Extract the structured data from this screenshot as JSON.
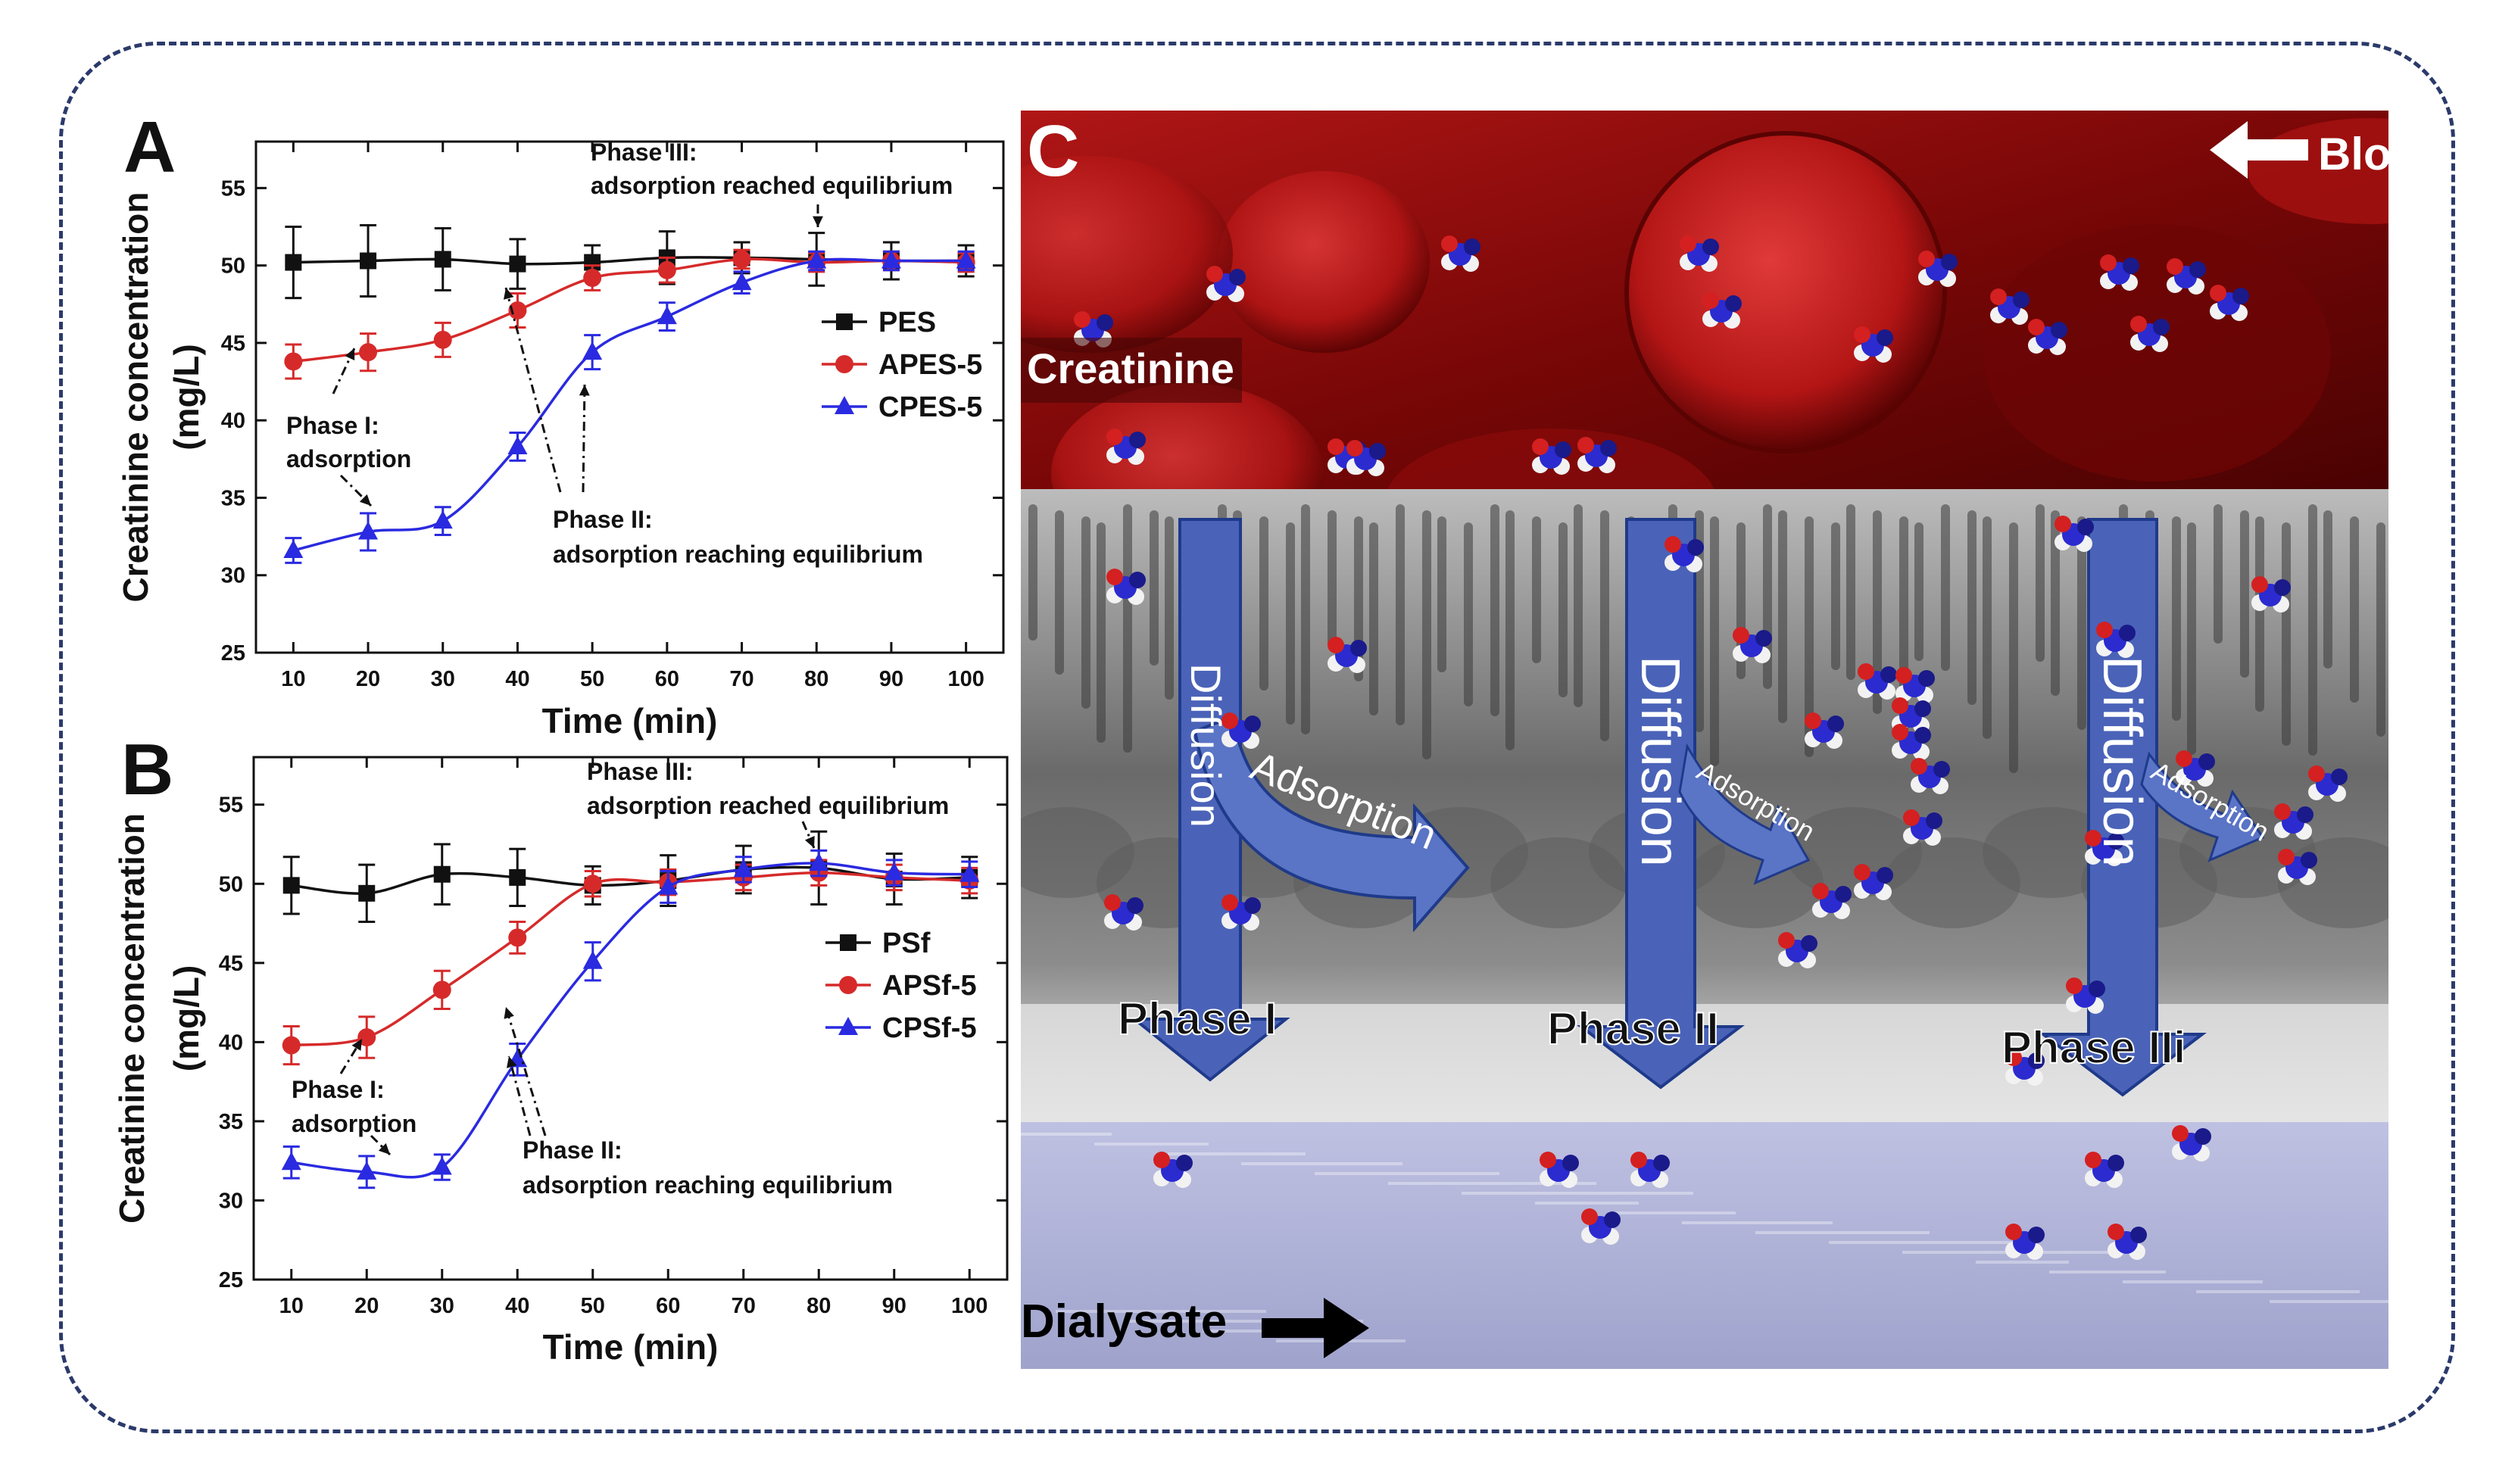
{
  "panels": {
    "a_letter": "A",
    "b_letter": "B",
    "c_letter": "C"
  },
  "chart_data": [
    {
      "type": "line",
      "xlabel": "Time (min)",
      "ylabel": "Creatinine concentration (mg/L)",
      "xlim": [
        5,
        105
      ],
      "ylim": [
        25,
        58
      ],
      "x": [
        10,
        20,
        30,
        40,
        50,
        60,
        70,
        80,
        90,
        100
      ],
      "xticks": [
        "10",
        "20",
        "30",
        "40",
        "50",
        "60",
        "70",
        "80",
        "90",
        "100"
      ],
      "yticks": [
        "25",
        "30",
        "35",
        "40",
        "45",
        "50",
        "55"
      ],
      "legend_position": "right",
      "series": [
        {
          "name": "PES",
          "color": "#111111",
          "marker": "square",
          "values": [
            50.2,
            50.3,
            50.4,
            50.1,
            50.2,
            50.5,
            50.5,
            50.4,
            50.3,
            50.3
          ],
          "errors": [
            2.3,
            2.3,
            2.0,
            1.6,
            1.1,
            1.7,
            1.0,
            1.7,
            1.2,
            1.0
          ]
        },
        {
          "name": "APES-5",
          "color": "#d62a2a",
          "marker": "circle",
          "values": [
            43.8,
            44.4,
            45.2,
            47.1,
            49.2,
            49.7,
            50.4,
            50.2,
            50.3,
            50.2
          ],
          "errors": [
            1.1,
            1.2,
            1.1,
            1.1,
            0.8,
            0.8,
            0.6,
            0.6,
            0.6,
            0.6
          ]
        },
        {
          "name": "CPES-5",
          "color": "#2a2ae0",
          "marker": "triangle",
          "values": [
            31.6,
            32.8,
            33.5,
            38.3,
            44.4,
            46.7,
            48.9,
            50.3,
            50.3,
            50.3
          ],
          "errors": [
            0.8,
            1.2,
            0.9,
            0.9,
            1.1,
            0.9,
            0.7,
            0.6,
            0.6,
            0.6
          ]
        }
      ],
      "annotations": {
        "phase3_line1": "Phase III:",
        "phase3_line2": "adsorption  reached equilibrium",
        "phase1_line1": "Phase I:",
        "phase1_line2": "adsorption",
        "phase2_line1": "Phase II:",
        "phase2_line2": "adsorption  reaching equilibrium"
      }
    },
    {
      "type": "line",
      "xlabel": "Time (min)",
      "ylabel": "Creatinine concentration (mg/L)",
      "xlim": [
        5,
        105
      ],
      "ylim": [
        25,
        58
      ],
      "x": [
        10,
        20,
        30,
        40,
        50,
        60,
        70,
        80,
        90,
        100
      ],
      "xticks": [
        "10",
        "20",
        "30",
        "40",
        "50",
        "60",
        "70",
        "80",
        "90",
        "100"
      ],
      "yticks": [
        "25",
        "30",
        "35",
        "40",
        "45",
        "50",
        "55"
      ],
      "legend_position": "right",
      "series": [
        {
          "name": "PSf",
          "color": "#111111",
          "marker": "square",
          "values": [
            49.9,
            49.4,
            50.6,
            50.4,
            49.9,
            50.2,
            50.9,
            51.0,
            50.3,
            50.4
          ],
          "errors": [
            1.8,
            1.8,
            1.9,
            1.8,
            1.2,
            1.6,
            1.5,
            2.3,
            1.6,
            1.3
          ]
        },
        {
          "name": "APSf-5",
          "color": "#d62a2a",
          "marker": "circle",
          "values": [
            39.8,
            40.3,
            43.3,
            46.6,
            50.0,
            50.1,
            50.4,
            50.7,
            50.4,
            50.2
          ],
          "errors": [
            1.2,
            1.3,
            1.2,
            1.0,
            0.8,
            0.8,
            0.8,
            0.8,
            0.8,
            0.8
          ]
        },
        {
          "name": "CPSf-5",
          "color": "#2a2ae0",
          "marker": "triangle",
          "values": [
            32.4,
            31.8,
            32.1,
            38.9,
            45.1,
            49.8,
            50.9,
            51.3,
            50.7,
            50.6
          ],
          "errors": [
            1.0,
            1.0,
            0.8,
            1.0,
            1.2,
            1.0,
            0.8,
            0.8,
            0.8,
            0.8
          ]
        }
      ],
      "annotations": {
        "phase3_line1": "Phase III:",
        "phase3_line2": "adsorption  reached equilibrium",
        "phase1_line1": "Phase I:",
        "phase1_line2": "adsorption",
        "phase2_line1": "Phase II:",
        "phase2_line2": "adsorption  reaching equilibrium"
      }
    }
  ],
  "illustration": {
    "blood_label": "Blood",
    "creatinine_label": "Creatinine",
    "dialysate_label": "Dialysate",
    "diffusion_label": "Diffusion",
    "adsorption_label": "Adsorption",
    "phase1_label": "Phase I",
    "phase2_label": "Phase II",
    "phase3_label": "Phase IIi",
    "blood_color": "#9b0c0c",
    "membrane_color": "#8a8a8a",
    "dialysate_color": "#a9acd3",
    "arrow_color": "#4a63b8"
  }
}
